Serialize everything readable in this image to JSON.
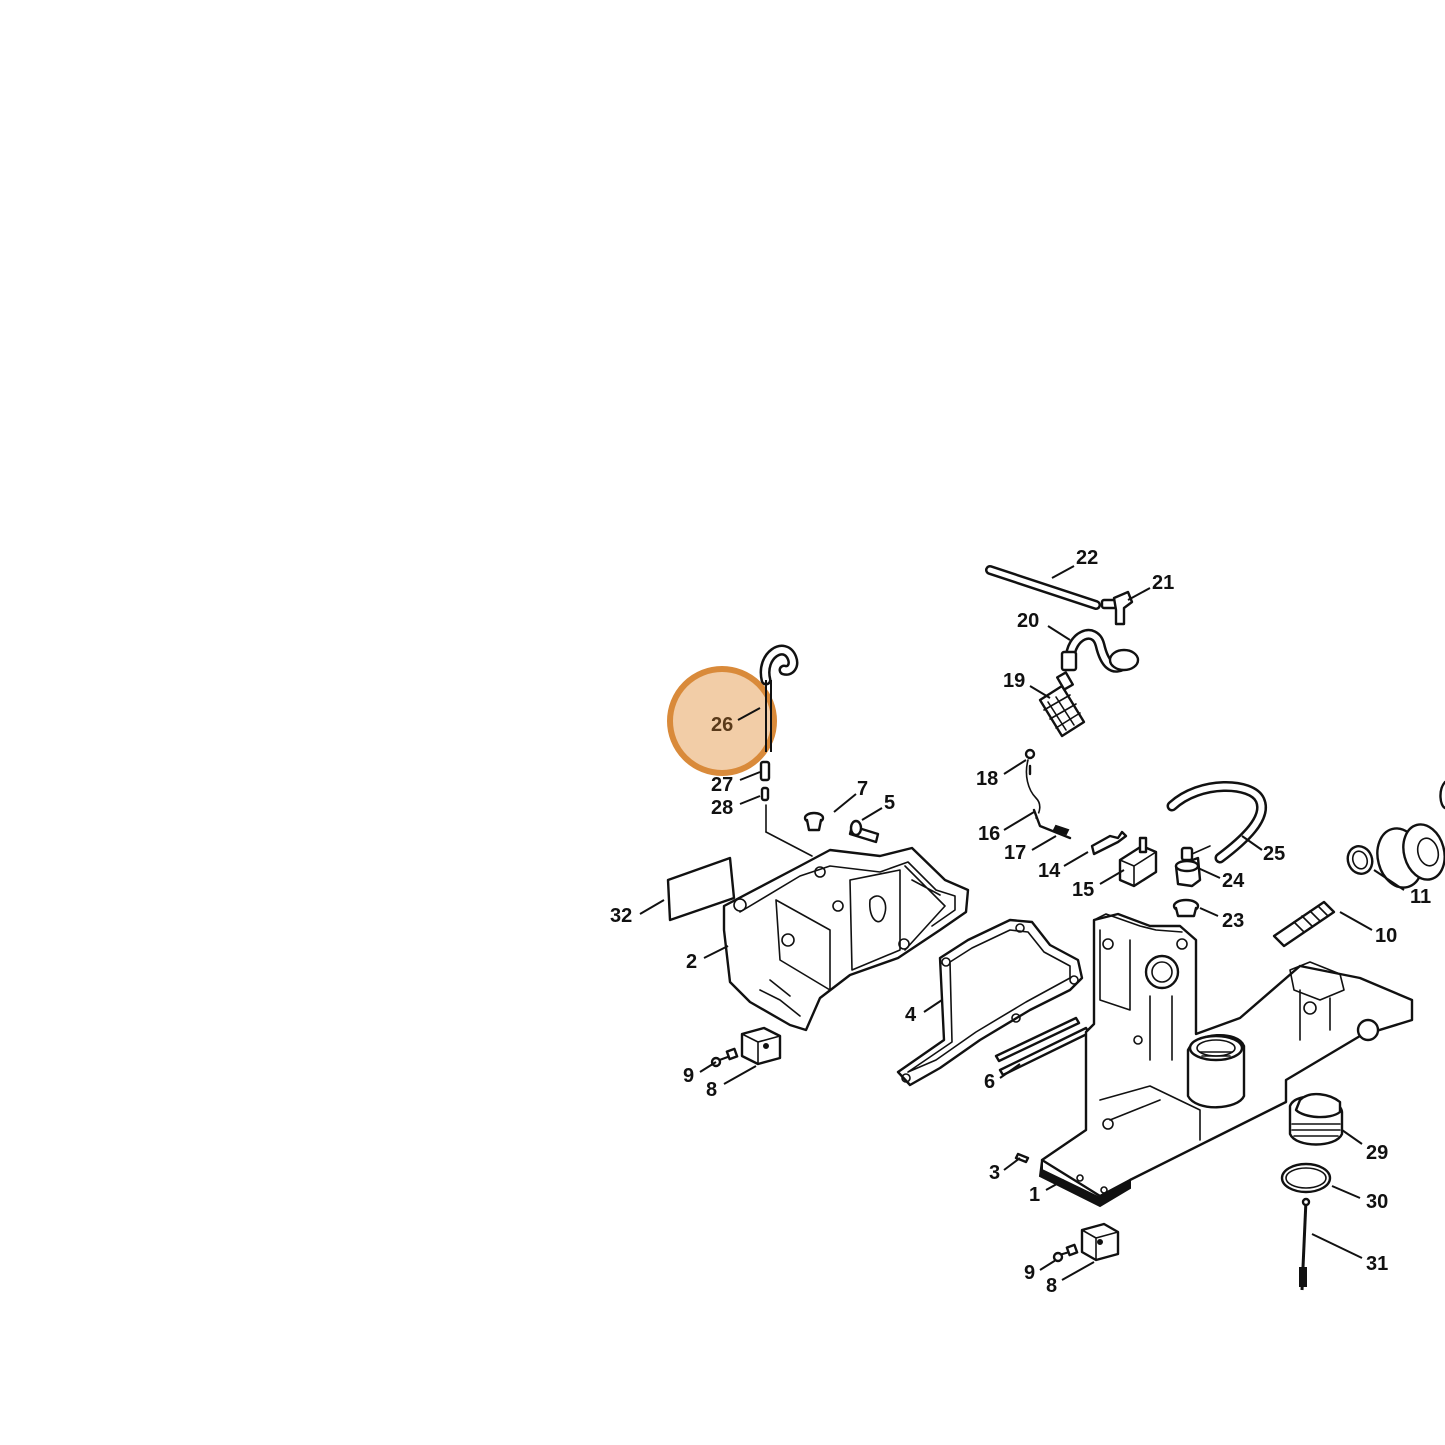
{
  "diagram": {
    "highlight": {
      "callout": "26",
      "fill_color": "#F2CDA7",
      "ring_color": "#D98A3A"
    },
    "callouts": {
      "c1": "1",
      "c2": "2",
      "c3": "3",
      "c4": "4",
      "c5": "5",
      "c6": "6",
      "c7": "7",
      "c8a": "8",
      "c8b": "8",
      "c9a": "9",
      "c9b": "9",
      "c10": "10",
      "c11": "11",
      "c14": "14",
      "c15": "15",
      "c16": "16",
      "c17": "17",
      "c18": "18",
      "c19": "19",
      "c20": "20",
      "c21": "21",
      "c22": "22",
      "c23": "23",
      "c24": "24",
      "c25": "25",
      "c26": "26",
      "c27": "27",
      "c28": "28",
      "c29": "29",
      "c30": "30",
      "c31": "31",
      "c32": "32"
    }
  }
}
